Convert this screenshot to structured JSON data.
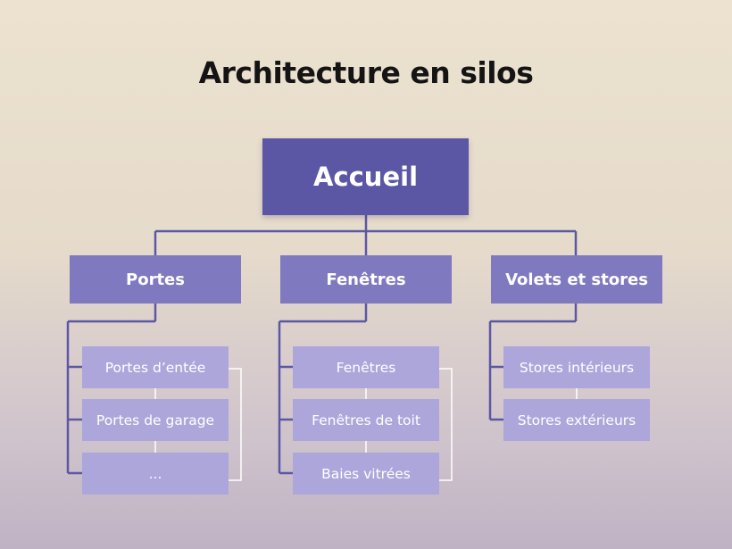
{
  "title": "Architecture en silos",
  "root": {
    "label": "Accueil"
  },
  "categories": [
    {
      "label": "Portes",
      "children": [
        "Portes d’entée",
        "Portes de garage",
        "..."
      ]
    },
    {
      "label": "Fenêtres",
      "children": [
        "Fenêtres",
        "Fenêtres de toit",
        "Baies vitrées"
      ]
    },
    {
      "label": "Volets et stores",
      "children": [
        "Stores intérieurs",
        "Stores extérieurs"
      ]
    }
  ],
  "colors": {
    "root": "#5c57a4",
    "category": "#7f79c0",
    "subcategory": "#aca6db",
    "connector": "#5c57a4",
    "bracket": "#ffffff",
    "title": "#141414"
  }
}
